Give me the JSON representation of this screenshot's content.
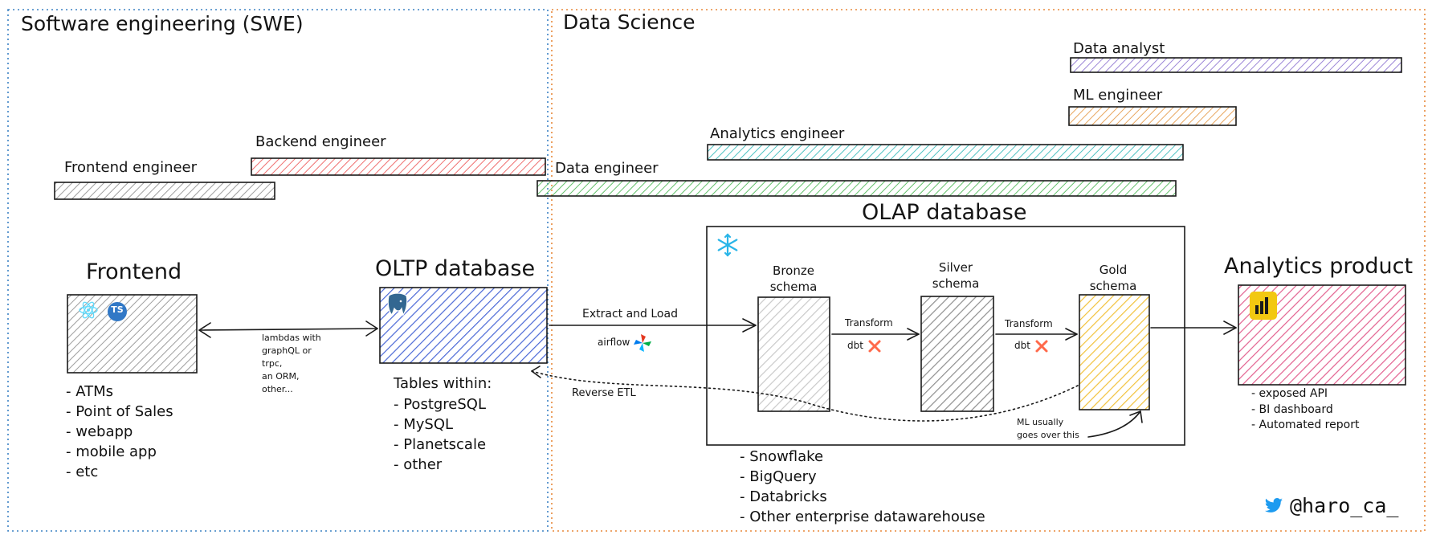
{
  "zones": {
    "swe": "Software engineering (SWE)",
    "data_science": "Data Science"
  },
  "roles": {
    "data_analyst": "Data analyst",
    "ml_engineer": "ML engineer",
    "analytics_engineer": "Analytics engineer",
    "backend_engineer": "Backend engineer",
    "frontend_engineer": "Frontend engineer",
    "data_engineer": "Data engineer"
  },
  "blocks": {
    "frontend": {
      "title": "Frontend",
      "icons": [
        "react-icon",
        "typescript-icon"
      ],
      "ts_badge": "TS",
      "items": [
        "ATMs",
        "Point of Sales",
        "webapp",
        "mobile app",
        "etc"
      ]
    },
    "oltp": {
      "title": "OLTP database",
      "icon": "postgres-elephant-icon",
      "items_heading": "Tables within:",
      "items": [
        "PostgreSQL",
        "MySQL",
        "Planetscale",
        "other"
      ]
    },
    "olap": {
      "title": "OLAP database",
      "icon": "snowflake-icon",
      "schemas": {
        "bronze": [
          "Bronze",
          "schema"
        ],
        "silver": [
          "Silver",
          "schema"
        ],
        "gold": [
          "Gold",
          "schema"
        ]
      },
      "items": [
        "Snowflake",
        "BigQuery",
        "Databricks",
        "Other enterprise datawarehouse"
      ]
    },
    "analytics_product": {
      "title": "Analytics product",
      "icon": "powerbi-icon",
      "items": [
        "exposed API",
        "BI dashboard",
        "Automated report"
      ]
    }
  },
  "edges": {
    "frontend_oltp": [
      "lambdas with",
      "graphQL or",
      "trpc,",
      "an ORM,",
      "other..."
    ],
    "extract_load": "Extract and Load",
    "airflow": "airflow",
    "transform_1": "Transform",
    "dbt_1": "dbt",
    "transform_2": "Transform",
    "dbt_2": "dbt",
    "reverse_etl": "Reverse ETL",
    "ml_note": [
      "ML usually",
      "goes over this"
    ]
  },
  "credit": {
    "icon": "twitter-bird-icon",
    "handle": "@haro_ca_"
  },
  "colors": {
    "swe_border": "#3b82c4",
    "ds_border": "#e8883a",
    "frontend_fill": "#9e9e9e",
    "backend_fill": "#ef6f6f",
    "data_engineer_fill": "#63c06b",
    "analytics_engineer_fill": "#4fc3c3",
    "ml_engineer_fill": "#e8a65e",
    "data_analyst_fill": "#9b85d6",
    "oltp_fill": "#4a68d6",
    "bronze_fill": "#c9c9c9",
    "silver_fill": "#8e8e8e",
    "gold_fill": "#f2c23c",
    "analytics_fill": "#e2608f",
    "powerbi": "#f2c811",
    "twitter": "#1d9bf0"
  }
}
